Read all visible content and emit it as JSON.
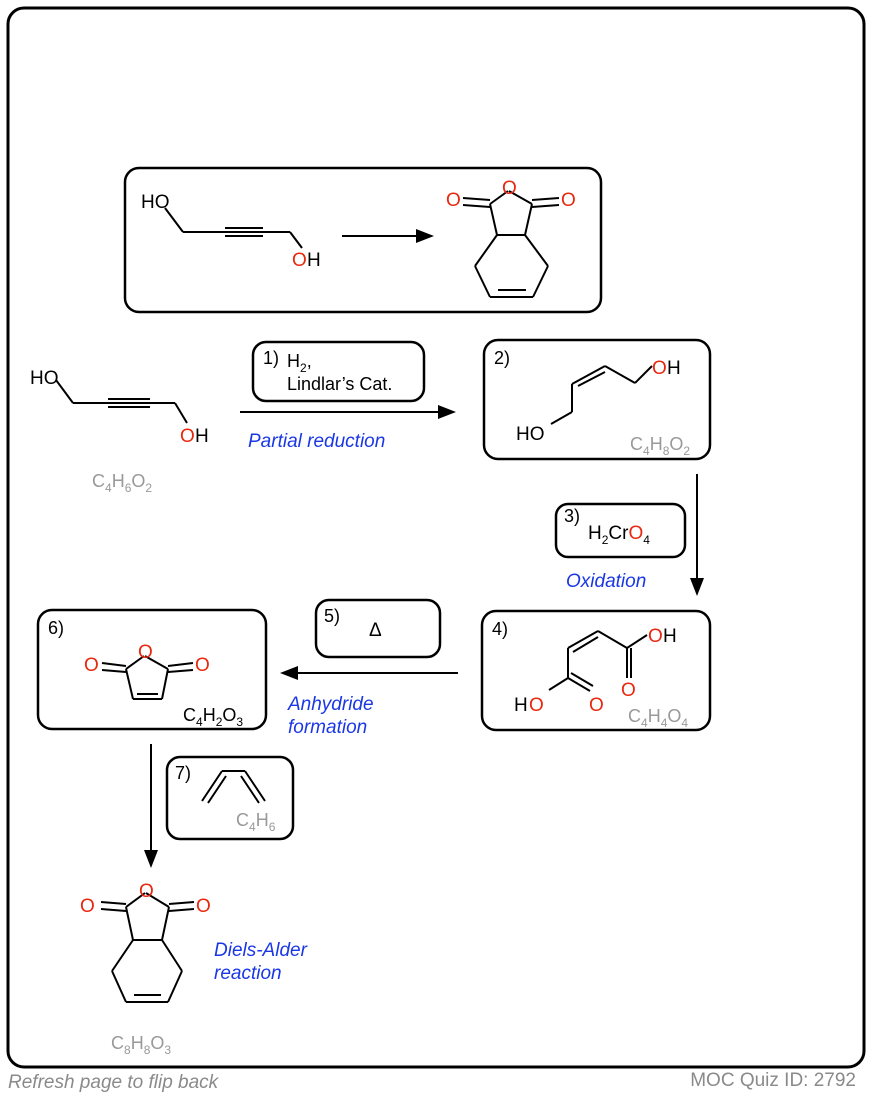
{
  "question": {
    "reactant_atoms": [
      "HO",
      "O",
      "H"
    ],
    "product_atoms": [
      "O",
      "O",
      "O"
    ]
  },
  "steps": {
    "start": {
      "atoms": [
        "HO",
        "O",
        "H"
      ],
      "formula": {
        "c": "4",
        "h": "6",
        "o": "2"
      }
    },
    "s1": {
      "num": "1)",
      "reagent_line1": "H",
      "reagent_line1_sub": "2",
      "reagent_line1_tail": ",",
      "reagent_line2": "Lindlar’s Cat.",
      "label": "Partial reduction"
    },
    "s2": {
      "num": "2)",
      "atoms": [
        "O",
        "H",
        "HO"
      ],
      "formula": {
        "c": "4",
        "h": "8",
        "o": "2"
      }
    },
    "s3": {
      "num": "3)",
      "reagent_a": "H",
      "reagent_sub1": "2",
      "reagent_b": "Cr",
      "reagent_c": "O",
      "reagent_sub2": "4",
      "label": "Oxidation"
    },
    "s4": {
      "num": "4)",
      "atoms": [
        "O",
        "H",
        "H",
        "O",
        "O",
        "O"
      ],
      "formula": {
        "c": "4",
        "h": "4",
        "o": "4"
      }
    },
    "s5": {
      "num": "5)",
      "reagent": "Δ",
      "label_line1": "Anhydride",
      "label_line2": "formation"
    },
    "s6": {
      "num": "6)",
      "atoms": [
        "O",
        "O",
        "O"
      ],
      "formula": {
        "c": "4",
        "h": "2",
        "o": "3"
      }
    },
    "s7": {
      "num": "7)",
      "formula": {
        "c": "4",
        "h": "6"
      }
    },
    "final": {
      "atoms": [
        "O",
        "O",
        "O"
      ],
      "formula": {
        "c": "8",
        "h": "8",
        "o": "3"
      },
      "label_line1": "Diels-Alder",
      "label_line2": "reaction"
    }
  },
  "footer": {
    "left": "Refresh page to flip back",
    "right": "MOC Quiz ID: 2792"
  },
  "colors": {
    "oxygen": "#e8280f",
    "label_blue": "#1a37e6",
    "formula_gray": "#999999"
  }
}
